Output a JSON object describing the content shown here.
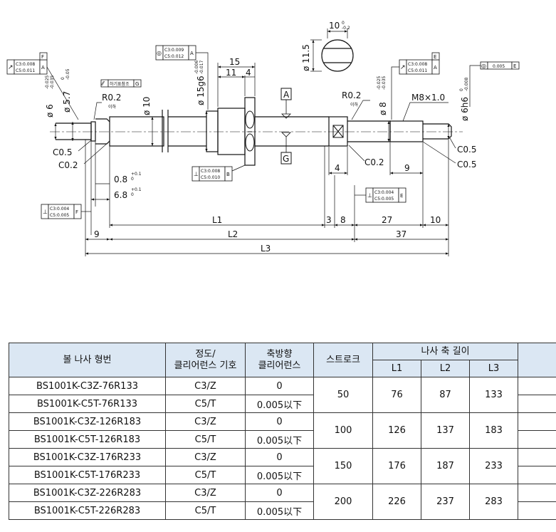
{
  "drawing": {
    "dims": {
      "d_width": "10",
      "d_width_tol": "0\n-0.2",
      "d_head": "ø 11.5",
      "d_15": "15",
      "d_11": "11",
      "d_4top": "4",
      "d_phi6": "ø 6",
      "d_phi6_tol": "-0.025\n-0.035",
      "d_phi57": "ø 5.7",
      "d_phi57_tol": "0\n-0.05",
      "d_r02_left": "R0.2",
      "d_r02_left_sub": "이하",
      "d_phi10": "ø 10",
      "d_phi15g6": "ø 15g6",
      "d_phi15g6_tol": "-0.006\n-0.017",
      "d_r02_right": "R0.2",
      "d_r02_right_sub": "이하",
      "d_phi8": "ø 8",
      "d_phi8_tol": "-0.025\n-0.035",
      "d_m8": "M8×1.0",
      "d_phi6h6": "ø 6h6",
      "d_phi6h6_tol": "0\n-0.008",
      "d_c05_l": "C0.5",
      "d_c02_l": "C0.2",
      "d_c02_r": "C0.2",
      "d_c05_r1": "C0.5",
      "d_c05_r2": "C0.5",
      "d_4mid": "4",
      "d_9right": "9",
      "d_08": "0.8",
      "d_08_tol": "+0.1\n0",
      "d_68": "6.8",
      "d_68_tol": "+0.1\n0",
      "d_l1": "L1",
      "d_3": "3",
      "d_8": "8",
      "d_27": "27",
      "d_10": "10",
      "d_9left": "9",
      "d_l2": "L2",
      "d_37": "37",
      "d_l3": "L3"
    },
    "datums": {
      "a": "A",
      "g": "G",
      "f": "F",
      "b": "B",
      "e": "E"
    },
    "tolerances": {
      "t1": {
        "sym": "↗",
        "l1": "C3:0.008",
        "l2": "C5:0.011",
        "ref": "A",
        "ref_tag": "F"
      },
      "t2": {
        "sym": "◎",
        "l1": "C3:0.009",
        "l2": "C5:0.012",
        "ref": "A"
      },
      "t3": {
        "label": "하기표참조",
        "ref": "G"
      },
      "t4": {
        "sym": "⊥",
        "l1": "C3:0.008",
        "l2": "C5:0.010",
        "ref": "B"
      },
      "t5": {
        "sym": "↗",
        "l1": "C3:0.008",
        "l2": "C5:0.011",
        "ref": "A",
        "ref_tag": "E"
      },
      "t6": {
        "sym": "◎",
        "l1": "0.005",
        "ref": "E"
      },
      "t7": {
        "sym": "⊥",
        "l1": "C3:0.004",
        "l2": "C5:0.005",
        "ref": "E"
      },
      "t8": {
        "sym": "⊥",
        "l1": "C3:0.004",
        "l2": "C5:0.005",
        "ref": "F"
      }
    }
  },
  "table": {
    "headers": {
      "model": "볼 나사 형번",
      "grade": "정도/\n클리어런스 기호",
      "axial": "축방향\n클리어런스",
      "stroke": "스트로크",
      "length": "나사 축 길이",
      "l1": "L1",
      "l2": "L2",
      "l3": "L3"
    },
    "rows": [
      {
        "model": "BS1001K-C3Z-76R133",
        "grade": "C3/Z",
        "axial": "0"
      },
      {
        "model": "BS1001K-C5T-76R133",
        "grade": "C5/T",
        "axial": "0.005以下"
      },
      {
        "model": "BS1001K-C3Z-126R183",
        "grade": "C3/Z",
        "axial": "0"
      },
      {
        "model": "BS1001K-C5T-126R183",
        "grade": "C5/T",
        "axial": "0.005以下"
      },
      {
        "model": "BS1001K-C3Z-176R233",
        "grade": "C3/Z",
        "axial": "0"
      },
      {
        "model": "BS1001K-C5T-176R233",
        "grade": "C5/T",
        "axial": "0.005以下"
      },
      {
        "model": "BS1001K-C3Z-226R283",
        "grade": "C3/Z",
        "axial": "0"
      },
      {
        "model": "BS1001K-C5T-226R283",
        "grade": "C5/T",
        "axial": "0.005以下"
      }
    ],
    "groups": [
      {
        "stroke": "50",
        "l1": "76",
        "l2": "87",
        "l3": "133"
      },
      {
        "stroke": "100",
        "l1": "126",
        "l2": "137",
        "l3": "183"
      },
      {
        "stroke": "150",
        "l1": "176",
        "l2": "187",
        "l3": "233"
      },
      {
        "stroke": "200",
        "l1": "226",
        "l2": "237",
        "l3": "283"
      }
    ]
  }
}
